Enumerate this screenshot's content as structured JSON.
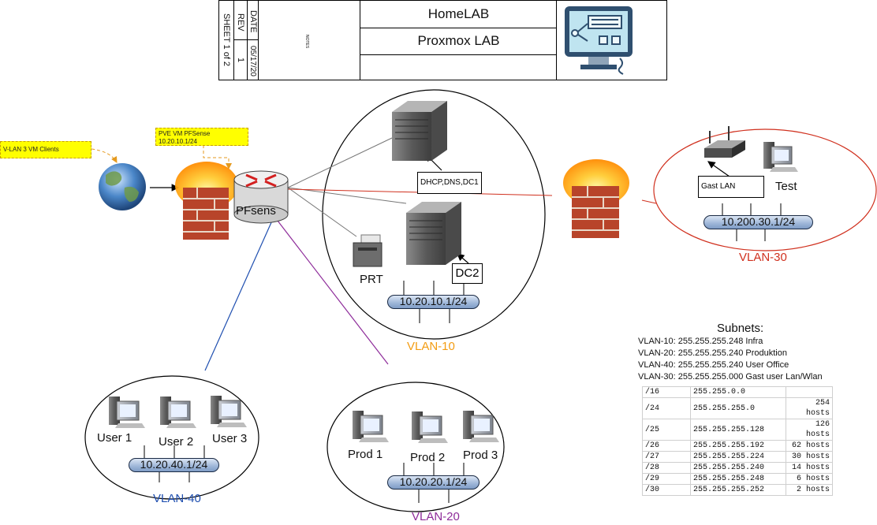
{
  "title_block": {
    "date_label": "DATE",
    "date_value": "05/17/20",
    "rev_label": "REV",
    "rev_value": "1",
    "sheet": "SHEET 1 of 2",
    "notes": "NOTES",
    "title1": "HomeLAB",
    "title2": "Proxmox LAB",
    "title3": ""
  },
  "notes": {
    "vlan3": "V-LAN 3 VM Clients",
    "pfsense_line1": "PVE VM PFSense",
    "pfsense_line2": "10.20.10.1/24"
  },
  "nodes": {
    "router": "PFsens",
    "server1_label": "DHCP,DNS,DC1",
    "server2_label": "DC2",
    "printer": "PRT",
    "gast_box": "Gast LAN",
    "test": "Test",
    "user1": "User 1",
    "user2": "User 2",
    "user3": "User 3",
    "prod1": "Prod 1",
    "prod2": "Prod 2",
    "prod3": "Prod 3"
  },
  "networks": {
    "vlan10_subnet": "10.20.10.1/24",
    "vlan20_subnet": "10.20.20.1/24",
    "vlan30_subnet": "10.200.30.1/24",
    "vlan40_subnet": "10.20.40.1/24",
    "vlan10": "VLAN-10",
    "vlan20": "VLAN-20",
    "vlan30": "VLAN-30",
    "vlan40": "VLAN-40"
  },
  "subnets": {
    "title": "Subnets:",
    "lines": [
      "VLAN-10: 255.255.255.248 Infra",
      "VLAN-20: 255.255.255.240 Produktion",
      "VLAN-40: 255.255.255.240 User Office",
      "VLAN-30: 255.255.255.000 Gast user Lan/Wlan"
    ],
    "table": [
      [
        "/16",
        "255.255.0.0",
        ""
      ],
      [
        "/24",
        "255.255.255.0",
        "254 hosts"
      ],
      [
        "/25",
        "255.255.255.128",
        "126 hosts"
      ],
      [
        "/26",
        "255.255.255.192",
        "62 hosts"
      ],
      [
        "/27",
        "255.255.255.224",
        "30 hosts"
      ],
      [
        "/28",
        "255.255.255.240",
        "14 hosts"
      ],
      [
        "/29",
        "255.255.255.248",
        "6 hosts"
      ],
      [
        "/30",
        "255.255.255.252",
        "2 hosts"
      ]
    ]
  },
  "colors": {
    "vlan10": "#f39c12",
    "vlan20": "#8e2c9a",
    "vlan30": "#d0301e",
    "vlan40": "#1f4fb0",
    "note_bg": "#ffff00"
  }
}
